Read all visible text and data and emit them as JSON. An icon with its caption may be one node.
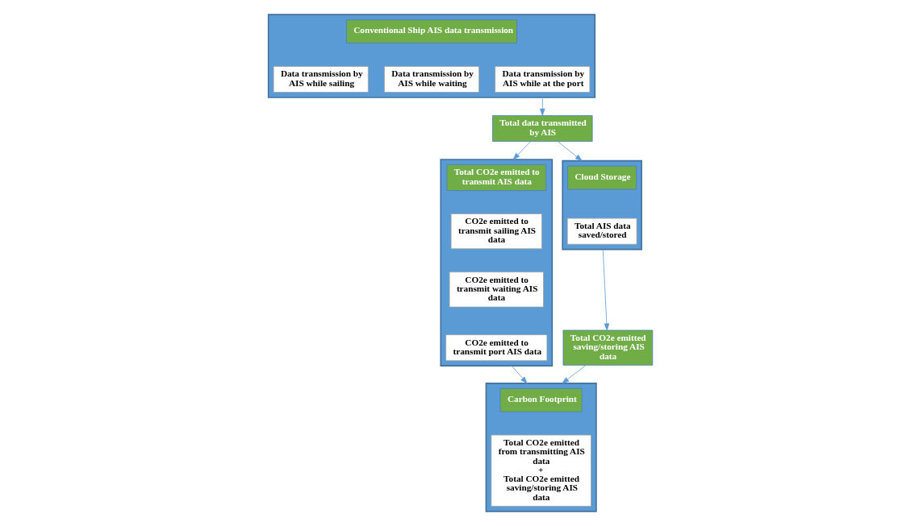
{
  "diagram": {
    "nodes": [
      {
        "text": [],
        "shape": "box"
      },
      {
        "text": [
          "Conventional Ship AIS data transmission"
        ],
        "in": 0
      },
      {
        "text": [
          "Data transmission by AIS while sailing"
        ],
        "in": 0
      },
      {
        "text": [
          "Data transmission by AIS while waiting"
        ],
        "in": 0
      },
      {
        "text": [
          "Data transmission by AIS while at the port"
        ],
        "in": 0
      },
      {
        "text": [
          "Total data transmitted by AIS"
        ]
      },
      {
        "text": [],
        "shape": "box"
      },
      {
        "text": [
          "Total CO2e emitted to transmit AIS data"
        ],
        "in": 6
      },
      {
        "text": [
          "CO2e emitted to transmit sailing AIS data"
        ],
        "in": 6
      },
      {
        "text": [
          "CO2e emitted to transmit waiting AIS data"
        ],
        "in": 6
      },
      {
        "text": [
          "CO2e emitted to transmit port AIS data"
        ],
        "in": 6
      },
      {
        "text": [],
        "shape": "box"
      },
      {
        "text": [
          "Carbon Footprint"
        ],
        "in": 11
      },
      {
        "text": [
          "Total CO2e emitted from transmitting AIS data",
          "+",
          "Total CO2e emitted saving/storing AIS data"
        ],
        "in": 11
      },
      {
        "text": [],
        "shape": "box"
      },
      {
        "text": [
          "Cloud Storage"
        ],
        "in": 14
      },
      {
        "text": [
          "Total AIS data saved/stored"
        ],
        "in": 14
      },
      {
        "text": [
          "Total CO2e emitted saving/storing AIS data"
        ]
      }
    ],
    "edges": [
      {
        "from": 0,
        "to": 5,
        "arrow": "to"
      },
      {
        "from": 5,
        "to": 6,
        "arrow": "to"
      },
      {
        "from": 5,
        "to": 14,
        "arrow": "to"
      },
      {
        "from": 6,
        "to": 11,
        "arrow": "to"
      },
      {
        "from": 14,
        "to": 17,
        "arrow": "to"
      },
      {
        "from": 17,
        "to": 11,
        "arrow": "to"
      }
    ]
  }
}
